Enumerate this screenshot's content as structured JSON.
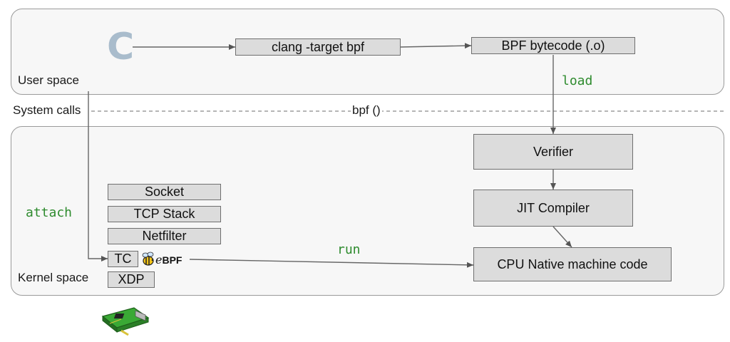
{
  "regions": {
    "user_space": "User space",
    "system_calls": "System calls",
    "kernel_space": "Kernel space"
  },
  "boxes": {
    "clang": "clang -target bpf",
    "bytecode": "BPF bytecode (.o)",
    "verifier": "Verifier",
    "jit": "JIT Compiler",
    "native": "CPU Native machine code",
    "socket": "Socket",
    "tcp_stack": "TCP Stack",
    "netfilter": "Netfilter",
    "tc": "TC",
    "xdp": "XDP"
  },
  "edge_labels": {
    "load": "load",
    "attach": "attach",
    "run": "run",
    "bpf_syscall": "bpf ()"
  },
  "logo": {
    "ebpf_prefix": "e",
    "ebpf_suffix": "BPF",
    "c_letter": "C"
  },
  "icons": {
    "c_logo": "c-language-icon",
    "bee": "ebpf-bee-icon",
    "nic": "network-card-icon"
  },
  "colors": {
    "region_fill": "#f7f7f7",
    "box_fill": "#dcdcdc",
    "label_green": "#2e8b2e",
    "c_logo": "#a9bccc",
    "nic_green": "#3aa935"
  }
}
